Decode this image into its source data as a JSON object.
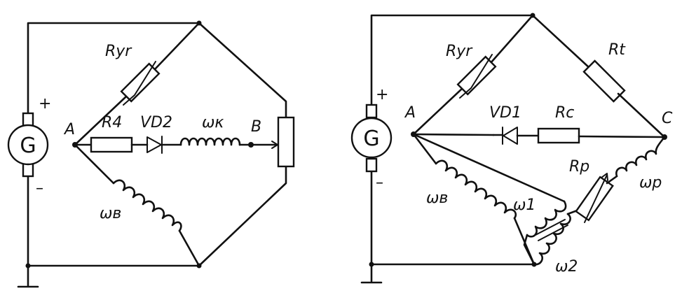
{
  "left_circuit": {
    "generator": "G",
    "plus": "+",
    "minus": "–",
    "node_a": "A",
    "node_b": "B",
    "r_yg": "Ryr",
    "r4": "R4",
    "vd2": "VD2",
    "w_k": "ωκ",
    "w_v": "ωв"
  },
  "right_circuit": {
    "generator": "G",
    "plus": "+",
    "minus": "–",
    "node_a": "A",
    "node_c": "C",
    "r_yg": "Ryr",
    "r_t": "Rt",
    "vd1": "VD1",
    "r_c": "Rc",
    "r_p": "Rp",
    "w_p": "ωp",
    "w_v": "ωв",
    "w_1": "ω1",
    "w_2": "ω2"
  }
}
